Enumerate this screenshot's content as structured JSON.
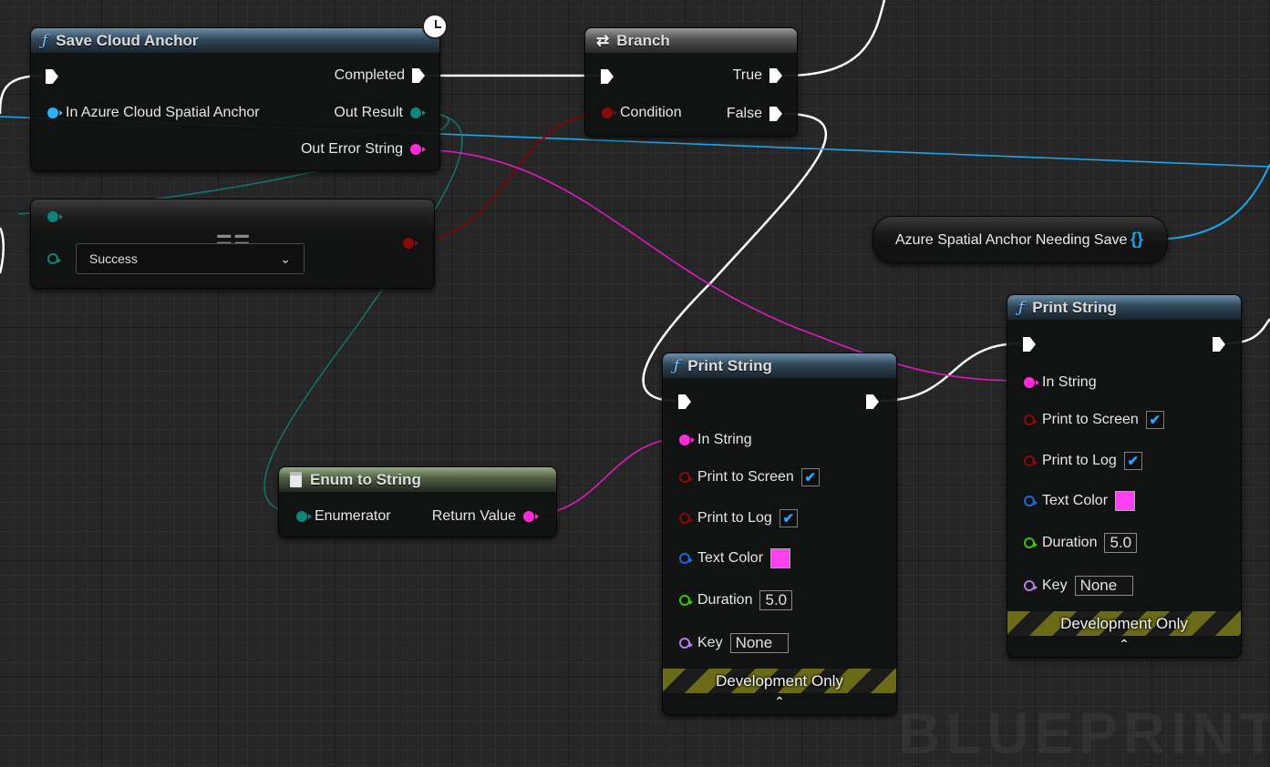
{
  "watermark": "BLUEPRINT",
  "save_cloud_anchor": {
    "title": "Save Cloud Anchor",
    "inputs": [
      "In Azure Cloud Spatial Anchor"
    ],
    "outputs": [
      "Completed",
      "Out Result",
      "Out Error String"
    ]
  },
  "equal_node": {
    "symbol": "==",
    "dropdown_value": "Success"
  },
  "branch": {
    "title": "Branch",
    "input": "Condition",
    "outputs": [
      "True",
      "False"
    ]
  },
  "variable": {
    "label": "Azure Spatial Anchor Needing Save",
    "icon": "{}"
  },
  "enum_to_string": {
    "title": "Enum to String",
    "input": "Enumerator",
    "output": "Return Value"
  },
  "print_string_1": {
    "title": "Print String",
    "in_string": "In String",
    "print_to_screen": "Print to Screen",
    "print_to_log": "Print to Log",
    "text_color": "Text Color",
    "text_color_value": "#ff3ff0",
    "duration": "Duration",
    "duration_value": "5.0",
    "key": "Key",
    "key_value": "None",
    "footer": "Development Only"
  },
  "print_string_2": {
    "title": "Print String",
    "in_string": "In String",
    "print_to_screen": "Print to Screen",
    "print_to_log": "Print to Log",
    "text_color": "Text Color",
    "text_color_value": "#ff3ff0",
    "duration": "Duration",
    "duration_value": "5.0",
    "key": "Key",
    "key_value": "None",
    "footer": "Development Only"
  },
  "icons": {
    "function": "function-icon",
    "branch": "branch-icon",
    "enum": "document-icon",
    "latent": "clock-icon",
    "checkmark": "✔",
    "chevron_up": "⌃"
  }
}
